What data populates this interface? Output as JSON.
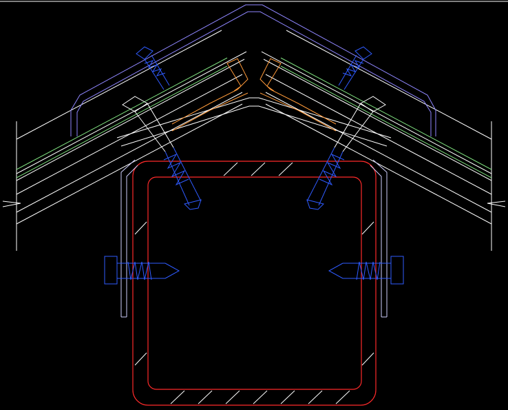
{
  "view": {
    "background": "#000000"
  },
  "colors": {
    "outline": "#ffffff",
    "ridge_cap": "#8f86ff",
    "membrane": "#7fe07f",
    "purlin": "#ff2a2a",
    "screw": "#2f5bff",
    "seal": "#ff9a3a",
    "bracket": "#d0d0ff"
  },
  "components": [
    {
      "name": "ridge-cap-flashing",
      "icon": "ridge-cap"
    },
    {
      "name": "roof-panel-left",
      "icon": "sandwich-panel"
    },
    {
      "name": "roof-panel-right",
      "icon": "sandwich-panel"
    },
    {
      "name": "square-tube-purlin",
      "icon": "hollow-section"
    },
    {
      "name": "side-bracket-left",
      "icon": "angle-bracket"
    },
    {
      "name": "side-bracket-right",
      "icon": "angle-bracket"
    },
    {
      "name": "stitch-screw-left",
      "icon": "self-drilling-screw"
    },
    {
      "name": "stitch-screw-right",
      "icon": "self-drilling-screw"
    },
    {
      "name": "panel-screw-left",
      "icon": "self-drilling-screw"
    },
    {
      "name": "panel-screw-right",
      "icon": "self-drilling-screw"
    },
    {
      "name": "bracket-screw-left",
      "icon": "self-drilling-screw"
    },
    {
      "name": "bracket-screw-right",
      "icon": "self-drilling-screw"
    }
  ]
}
